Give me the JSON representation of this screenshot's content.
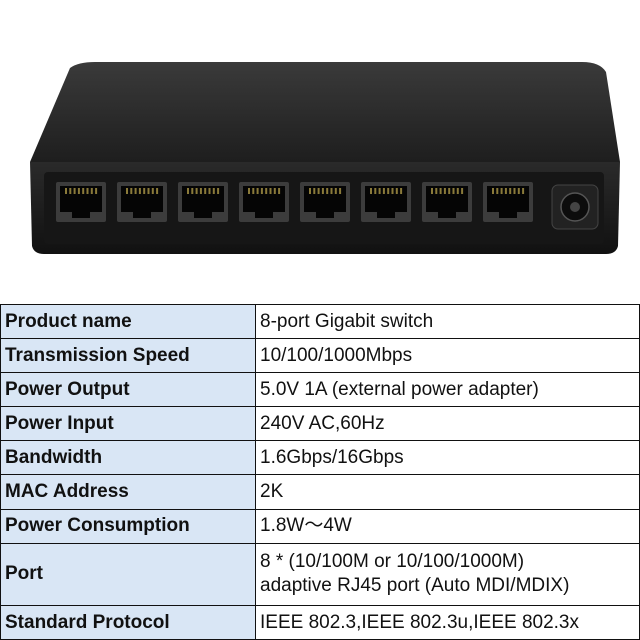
{
  "product_image": {
    "description_icon": "network-switch-icon",
    "port_count": 8
  },
  "specs": [
    {
      "label": "Product name",
      "value": [
        "8-port Gigabit switch"
      ]
    },
    {
      "label": "Transmission Speed",
      "value": [
        "10/100/1000Mbps"
      ]
    },
    {
      "label": "Power Output",
      "value": [
        "5.0V 1A (external power adapter)"
      ]
    },
    {
      "label": "Power Input",
      "value": [
        "240V AC,60Hz"
      ]
    },
    {
      "label": "Bandwidth",
      "value": [
        "1.6Gbps/16Gbps"
      ]
    },
    {
      "label": "MAC Address",
      "value": [
        "2K"
      ]
    },
    {
      "label": "Power Consumption",
      "value": [
        "1.8W～4W"
      ]
    },
    {
      "label": "Port",
      "value": [
        "8 * (10/100M or 10/100/1000M)",
        "adaptive RJ45 port (Auto MDI/MDIX)"
      ]
    },
    {
      "label": "Standard Protocol",
      "value": [
        "IEEE 802.3,IEEE 802.3u,IEEE 802.3x"
      ]
    }
  ],
  "colors": {
    "label_bg": "#d9e6f5",
    "device_body": "#2b2b2b"
  }
}
